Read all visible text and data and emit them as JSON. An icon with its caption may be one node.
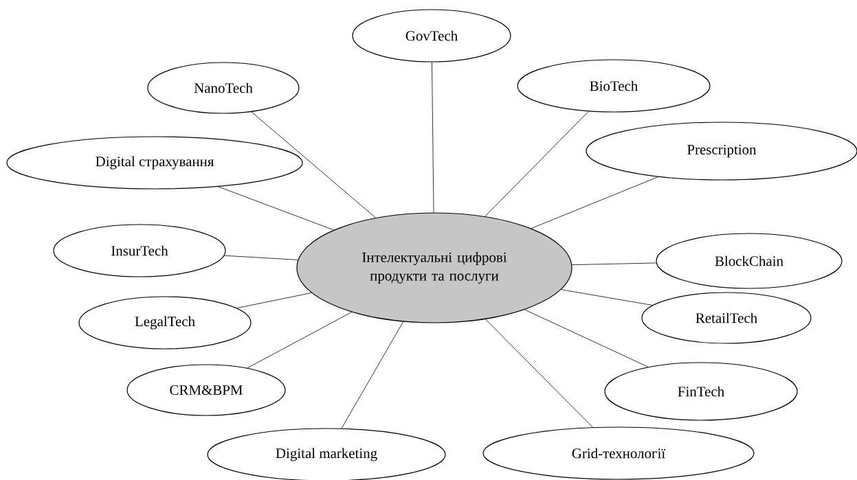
{
  "diagram": {
    "nodes": [
      {
        "text": [
          "GovTech"
        ]
      },
      {
        "text": [
          "NanoTech"
        ]
      },
      {
        "text": [
          "BioTech"
        ]
      },
      {
        "text": [
          "Digital страхування"
        ]
      },
      {
        "text": [
          "Prescription"
        ]
      },
      {
        "text": [
          "InsurTech"
        ]
      },
      {
        "text": [
          "Інтелектуальні цифрові продукти та послуги"
        ]
      },
      {
        "text": [
          "BlockChain"
        ]
      },
      {
        "text": [
          "LegalTech"
        ]
      },
      {
        "text": [
          "RetailTech"
        ]
      },
      {
        "text": [
          "CRM&BPM"
        ]
      },
      {
        "text": [
          "FinTech"
        ]
      },
      {
        "text": [
          "Digital marketing"
        ]
      },
      {
        "text": [
          "Grid-технології"
        ]
      }
    ],
    "edges": [
      {
        "from": 0,
        "to": 6,
        "arrow": "none"
      },
      {
        "from": 1,
        "to": 6,
        "arrow": "none"
      },
      {
        "from": 2,
        "to": 6,
        "arrow": "none"
      },
      {
        "from": 3,
        "to": 6,
        "arrow": "none"
      },
      {
        "from": 4,
        "to": 6,
        "arrow": "none"
      },
      {
        "from": 5,
        "to": 6,
        "arrow": "none"
      },
      {
        "from": 7,
        "to": 6,
        "arrow": "none"
      },
      {
        "from": 8,
        "to": 6,
        "arrow": "none"
      },
      {
        "from": 9,
        "to": 6,
        "arrow": "none"
      },
      {
        "from": 10,
        "to": 6,
        "arrow": "none"
      },
      {
        "from": 11,
        "to": 6,
        "arrow": "none"
      },
      {
        "from": 12,
        "to": 6,
        "arrow": "none"
      },
      {
        "from": 13,
        "to": 6,
        "arrow": "none"
      }
    ]
  }
}
